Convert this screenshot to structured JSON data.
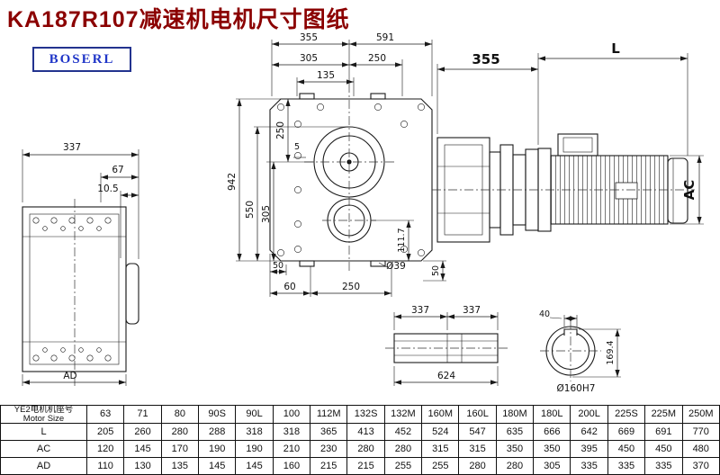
{
  "title": "KA187R107减速机电机尺寸图纸",
  "logo": "BOSERL",
  "dims": {
    "main": {
      "top355": "355",
      "top591": "591",
      "top305": "305",
      "top250": "250",
      "top135": "135",
      "left942": "942",
      "left550": "550",
      "left305": "305",
      "left250": "250",
      "left5": "5",
      "right111": "111.7",
      "bot50l": "50",
      "bot60": "60",
      "bot250": "250",
      "dia39": "Ø39",
      "bot50r": "50"
    },
    "left": {
      "w337": "337",
      "w67": "67",
      "w105": "10.5",
      "ad": "AD"
    },
    "right": {
      "len355": "355",
      "lenL": "L",
      "ac": "AC"
    },
    "shaft": {
      "a337": "337",
      "b337": "337",
      "total624": "624"
    },
    "bore": {
      "key40": "40",
      "across169": "169.4",
      "dia160": "Ø160H7"
    }
  },
  "table": {
    "header_cn": "YE2电机机座号",
    "header_en": "Motor Size",
    "columns": [
      "63",
      "71",
      "80",
      "90S",
      "90L",
      "100",
      "112M",
      "132S",
      "132M",
      "160M",
      "160L",
      "180M",
      "180L",
      "200L",
      "225S",
      "225M",
      "250M"
    ],
    "rows": [
      {
        "label": "L",
        "values": [
          "205",
          "260",
          "280",
          "288",
          "318",
          "318",
          "365",
          "413",
          "452",
          "524",
          "547",
          "635",
          "666",
          "642",
          "669",
          "691",
          "770"
        ]
      },
      {
        "label": "AC",
        "values": [
          "120",
          "145",
          "170",
          "190",
          "190",
          "210",
          "230",
          "280",
          "280",
          "315",
          "315",
          "350",
          "350",
          "395",
          "450",
          "450",
          "480"
        ]
      },
      {
        "label": "AD",
        "values": [
          "110",
          "130",
          "135",
          "145",
          "145",
          "160",
          "215",
          "215",
          "255",
          "255",
          "280",
          "280",
          "305",
          "335",
          "335",
          "335",
          "370"
        ]
      }
    ]
  }
}
